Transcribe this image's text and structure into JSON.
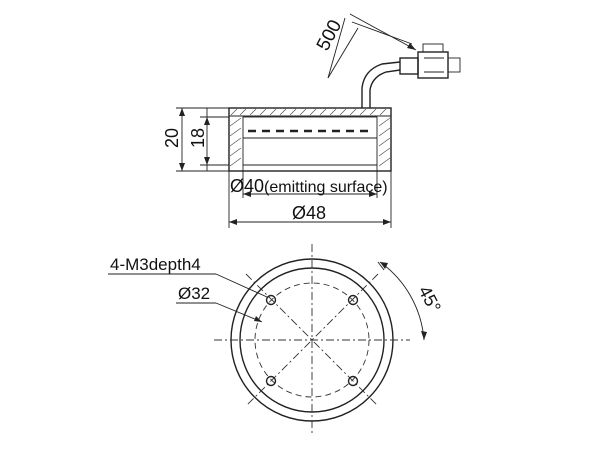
{
  "side_view": {
    "cable_length": "500",
    "height_total": "20",
    "height_inner": "18",
    "emitting_diameter": "Ø40",
    "emitting_note": "(emitting surface)",
    "outer_diameter": "Ø48"
  },
  "front_view": {
    "hole_spec": "4-M3depth4",
    "hole_circle": "Ø32",
    "angle": "45°"
  }
}
